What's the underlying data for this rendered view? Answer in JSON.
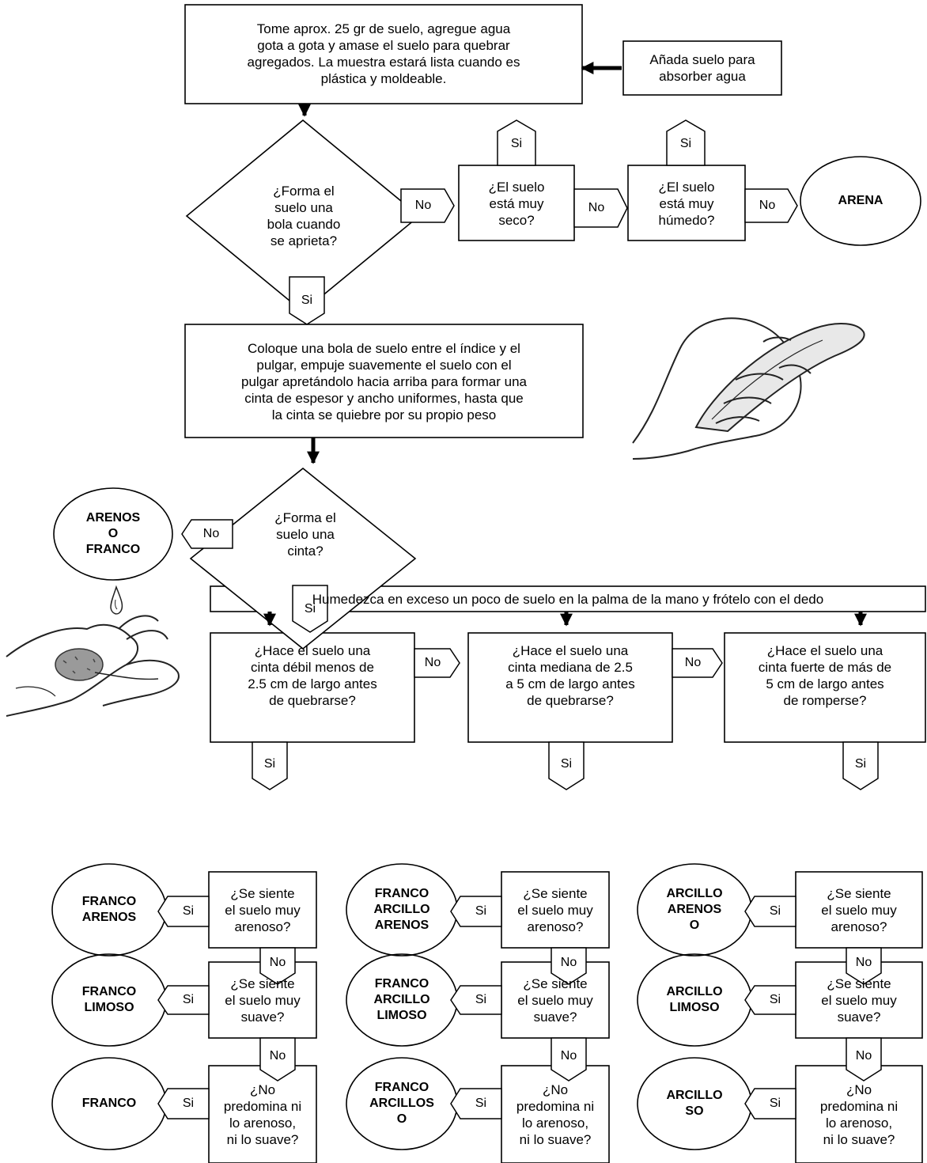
{
  "steps": {
    "start": "Tome aprox. 25 gr de suelo, agregue agua\ngota a gota y amase el suelo para quebrar\nagregados.  La muestra estará lista cuando es\nplástica y moldeable.",
    "add_soil": "Añada suelo para\nabsorber agua",
    "ribbon_instructions": "Coloque una bola de suelo entre el índice y el\npulgar, empuje suavemente el suelo con el\npulgar apretándolo hacia arriba para formar una\ncinta de espesor y ancho uniformes, hasta que\nla cinta se quiebre por su propio peso",
    "wet_rub": "Humedezca en exceso un poco de suelo en la palma de la mano y frótelo con el dedo"
  },
  "questions": {
    "forms_ball": "¿Forma el\nsuelo una\nbola cuando\nse aprieta?",
    "too_dry": "¿El suelo\nestá muy\nseco?",
    "too_wet": "¿El suelo\nestá muy\nhúmedo?",
    "forms_ribbon": "¿Forma el\nsuelo una\ncinta?",
    "weak_ribbon": "¿Hace el suelo una\ncinta débil menos de\n2.5 cm de largo antes\nde quebrarse?",
    "medium_ribbon": "¿Hace el suelo una\ncinta mediana de 2.5\na 5 cm de largo antes\nde quebrarse?",
    "strong_ribbon": "¿Hace el suelo una\ncinta fuerte de más de\n5 cm de largo antes\nde romperse?",
    "gritty": "¿Se siente\nel suelo muy\narenoso?",
    "smooth": "¿Se siente\nel suelo muy\nsuave?",
    "neither": "¿No\npredomina ni\nlo arenoso,\nni lo suave?"
  },
  "results": {
    "arena": "ARENA",
    "arenoso_franco": "ARENOS\nO\nFRANCO",
    "franco_arenoso": "FRANCO\nARENOS",
    "franco_limoso": "FRANCO\nLIMOSO",
    "franco": "FRANCO",
    "franco_arcillo_arenoso": "FRANCO\nARCILLO\nARENOS",
    "franco_arcillo_limoso": "FRANCO\nARCILLO\nLIMOSO",
    "franco_arcilloso": "FRANCO\nARCILLOS\nO",
    "arcillo_arenoso": "ARCILLO\nARENOS\nO",
    "arcillo_limoso": "ARCILLO\nLIMOSO",
    "arcilloso": "ARCILLO\nSO"
  },
  "tags": {
    "yes": "Si",
    "no": "No"
  },
  "illustrations": [
    "hand-ribbon-icon",
    "water-drop-icon",
    "hands-rubbing-soil-icon"
  ]
}
